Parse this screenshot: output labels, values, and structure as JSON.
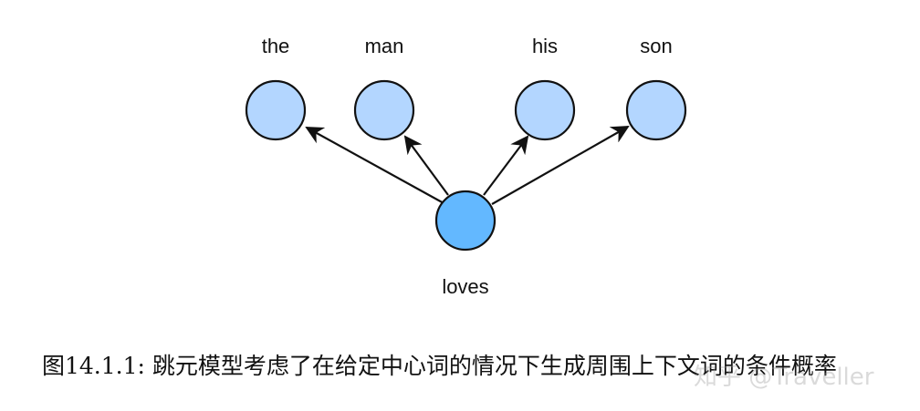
{
  "diagram": {
    "center_word": "loves",
    "context_words": [
      "the",
      "man",
      "his",
      "son"
    ],
    "colors": {
      "center_fill": "#63b8ff",
      "context_fill": "#b3d6ff",
      "stroke": "#111111"
    }
  },
  "caption": {
    "text": "图14.1.1: 跳元模型考虑了在给定中心词的情况下生成周围上下文词的条件概率"
  },
  "watermark": {
    "text": "知乎 @Traveller"
  }
}
